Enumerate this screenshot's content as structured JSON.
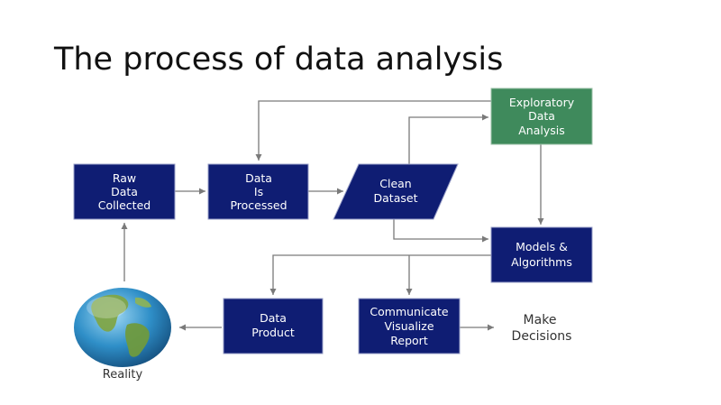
{
  "slide": {
    "title": "The process of data analysis"
  },
  "diagram": {
    "nodes": {
      "raw_data": [
        "Raw",
        "Data",
        "Collected"
      ],
      "data_processed": [
        "Data",
        "Is",
        "Processed"
      ],
      "clean_dataset": [
        "Clean",
        "Dataset"
      ],
      "eda": [
        "Exploratory",
        "Data",
        "Analysis"
      ],
      "models": [
        "Models &",
        "Algorithms"
      ],
      "data_product": [
        "Data",
        "Product"
      ],
      "communicate": [
        "Communicate",
        "Visualize",
        "Report"
      ],
      "make_decisions": [
        "Make",
        "Decisions"
      ],
      "reality": "Reality"
    },
    "colors": {
      "box_fill": "#0f1d73",
      "eda_fill": "#3f8a5c",
      "arrow": "#7a7a7a",
      "globe_ocean": "#2f8fc8",
      "globe_land": "#7fa548"
    }
  }
}
